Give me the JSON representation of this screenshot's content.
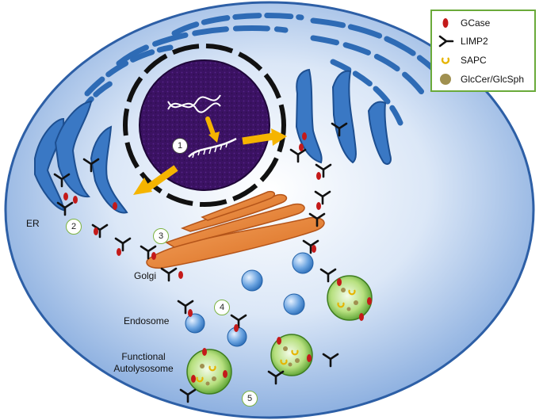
{
  "legend": {
    "items": [
      {
        "label": "GCase",
        "symbol": "gcase"
      },
      {
        "label": "LIMP2",
        "symbol": "limp2"
      },
      {
        "label": "SAPC",
        "symbol": "sapc"
      },
      {
        "label": "GlcCer/GlcSph",
        "symbol": "lipid"
      }
    ]
  },
  "labels": {
    "er": "ER",
    "golgi": "Golgi",
    "endosome": "Endosome",
    "autolysosome_line1": "Functional",
    "autolysosome_line2": "Autolysosome"
  },
  "steps": [
    "1",
    "2",
    "3",
    "4",
    "5"
  ],
  "colors": {
    "cell_fill": "#b7d0ee",
    "er": "#2f6fba",
    "nucleus": "#3d1566",
    "golgi": "#e07a2a",
    "arrow": "#f5b400",
    "gcase": "#c41a1a",
    "vesicle": "#4f8fd6",
    "autolysosome": "#7cc24a",
    "legend_border": "#6aaa3a"
  }
}
